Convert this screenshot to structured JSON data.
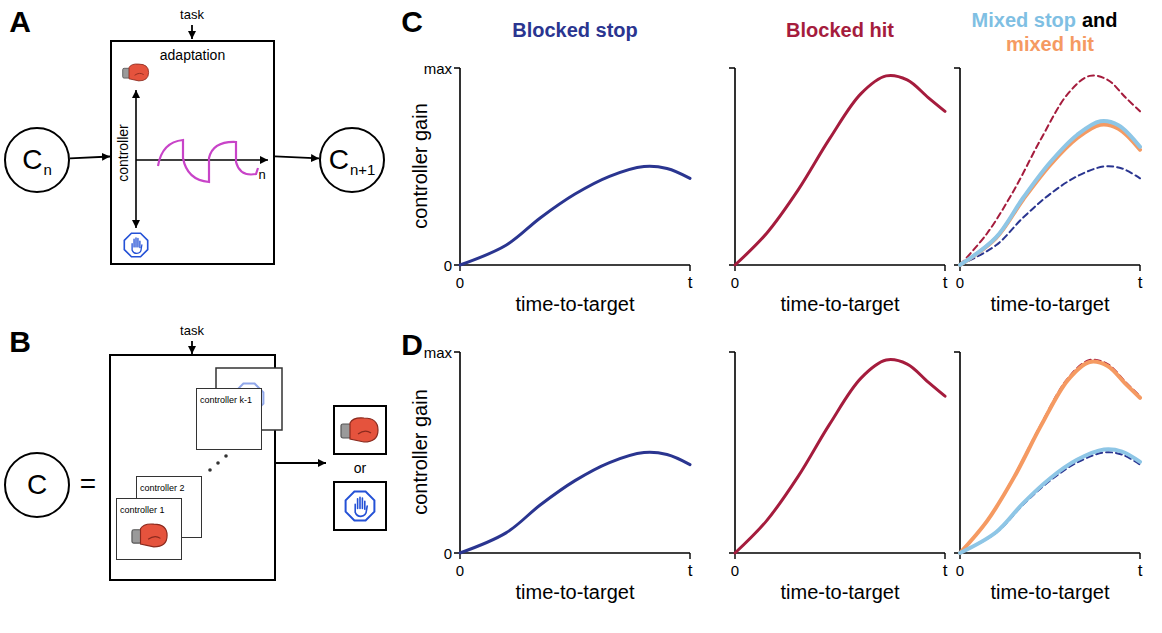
{
  "diagram": {
    "nodes": [
      {
        "text": [
          "C",
          "n"
        ]
      },
      {
        "text": [
          "adaptation",
          "controller"
        ]
      },
      {
        "text": [
          "C",
          "n+1"
        ]
      },
      {
        "text": [
          "C"
        ]
      },
      {
        "text": [
          "controller 1"
        ]
      },
      {
        "text": [
          "controller 2"
        ]
      },
      {
        "text": [
          "controller k-1"
        ]
      }
    ],
    "edges": [
      {
        "from": 0,
        "to": 1,
        "arrow": "to"
      },
      {
        "from": 1,
        "to": 2,
        "arrow": "to"
      }
    ],
    "labels": [
      "A",
      "task",
      "n",
      "B",
      "task",
      "=",
      "or",
      "C",
      "Blocked stop",
      "Blocked hit",
      "Mixed stop",
      "and",
      "mixed hit",
      "max",
      "0",
      "controller gain",
      "0",
      "t",
      "time-to-target",
      "0",
      "t",
      "time-to-target",
      "0",
      "t",
      "time-to-target",
      "D",
      "max",
      "0",
      "controller gain",
      "0",
      "t",
      "time-to-target",
      "0",
      "t",
      "time-to-target",
      "0",
      "t",
      "time-to-target"
    ]
  }
}
